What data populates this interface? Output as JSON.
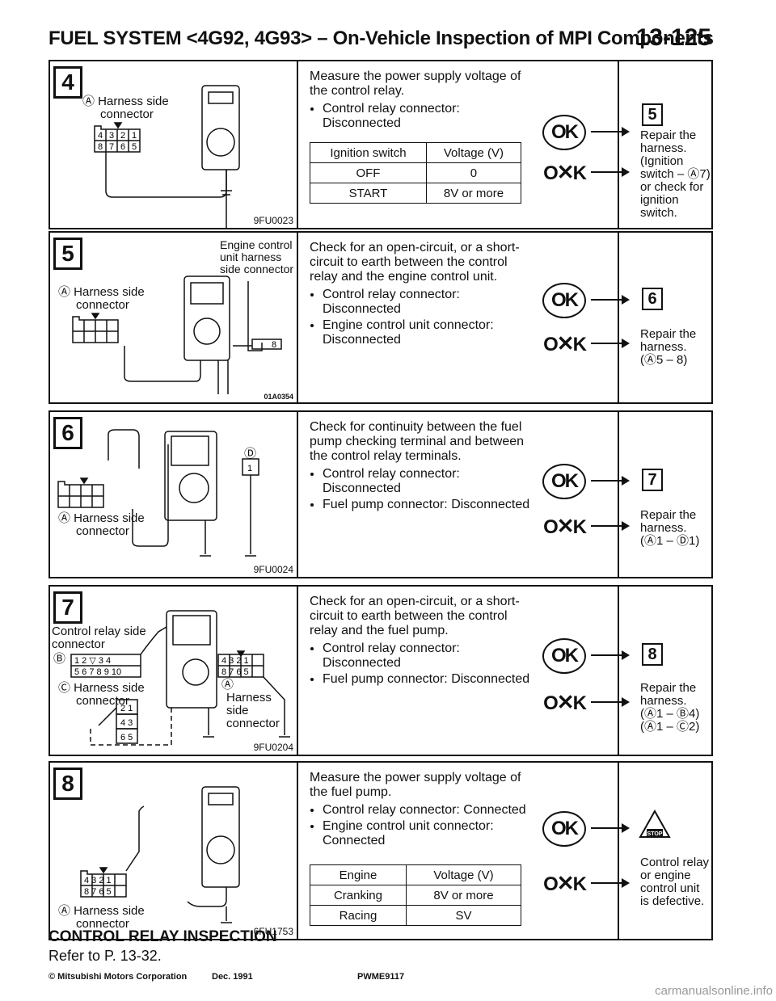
{
  "header": {
    "title": "FUEL SYSTEM <4G92, 4G93> – On-Vehicle Inspection of MPI Components",
    "page": "13-125"
  },
  "steps": [
    {
      "num": "4",
      "fig_labels": [
        "Ⓐ Harness side",
        "connector"
      ],
      "fig_code": "9FU0023",
      "text": "Measure the power supply voltage of the control relay.",
      "bullets": [
        "Control relay connector: Disconnected"
      ],
      "table": {
        "headers": [
          "Ignition switch",
          "Voltage (V)"
        ],
        "rows": [
          [
            "OFF",
            "0"
          ],
          [
            "START",
            "8V or more"
          ]
        ]
      },
      "ok_label": "OK",
      "ng_label": "O",
      "ng_label2": "K",
      "ok_next": "5",
      "ng_text": "Repair the harness. (Ignition switch – Ⓐ7) or check for ignition switch."
    },
    {
      "num": "5",
      "fig_labels": [
        "Engine control unit harness side connector",
        "Ⓐ Harness side",
        "connector",
        "8"
      ],
      "fig_code": "01A0354",
      "text": "Check for an open-circuit, or a short-circuit to earth between the control relay and the engine control unit.",
      "bullets": [
        "Control relay connector: Disconnected",
        "Engine control unit connector: Disconnected"
      ],
      "ok_label": "OK",
      "ng_label": "O",
      "ng_label2": "K",
      "ok_next": "6",
      "ng_text": "Repair the harness. (Ⓐ5 – 8)"
    },
    {
      "num": "6",
      "fig_labels": [
        "Ⓐ Harness side",
        "connector",
        "Ⓓ",
        "1"
      ],
      "fig_code": "9FU0024",
      "text": "Check for continuity between the fuel pump checking terminal and between the control relay terminals.",
      "bullets": [
        "Control relay connector: Disconnected",
        "Fuel pump connector: Disconnected"
      ],
      "ok_label": "OK",
      "ng_label": "O",
      "ng_label2": "K",
      "ok_next": "7",
      "ng_text": "Repair the harness. (Ⓐ1 – Ⓓ1)"
    },
    {
      "num": "7",
      "fig_labels": [
        "Control relay side",
        "connector",
        "Ⓑ",
        "Ⓒ Harness side",
        "connector",
        "Ⓐ",
        "Harness",
        "side",
        "connector"
      ],
      "fig_code": "9FU0204",
      "text": "Check for an open-circuit, or a short-circuit to earth between the control relay and the fuel pump.",
      "bullets": [
        "Control relay connector: Disconnected",
        "Fuel pump connector: Disconnected"
      ],
      "ok_label": "OK",
      "ng_label": "O",
      "ng_label2": "K",
      "ok_next": "8",
      "ng_text": "Repair the harness. (Ⓐ1 – Ⓑ4) (Ⓐ1 – Ⓒ2)"
    },
    {
      "num": "8",
      "fig_labels": [
        "Ⓐ Harness side",
        "connector"
      ],
      "fig_code": "6FU1753",
      "text": "Measure the power supply voltage of the fuel pump.",
      "bullets": [
        "Control relay connector: Connected",
        "Engine control unit connector: Connected"
      ],
      "table": {
        "headers": [
          "Engine",
          "Voltage (V)"
        ],
        "rows": [
          [
            "Cranking",
            "8V or more"
          ],
          [
            "Racing",
            "SV"
          ]
        ]
      },
      "ok_label": "OK",
      "ng_label": "O",
      "ng_label2": "K",
      "ok_stop": "STOP",
      "ng_text": "Control relay or engine control unit is defective."
    }
  ],
  "connector_pins": {
    "top": [
      "4",
      "3",
      "2",
      "1"
    ],
    "bottom": [
      "8",
      "7",
      "6",
      "5"
    ]
  },
  "connector_b": {
    "top": [
      "1",
      "2",
      "",
      "3",
      "4"
    ],
    "bottom": [
      "5",
      "6",
      "7",
      "8",
      "9",
      "10"
    ]
  },
  "connector_c": [
    "2",
    "1",
    "4",
    "3",
    "6",
    "5"
  ],
  "footer": {
    "heading": "CONTROL RELAY INSPECTION",
    "ref": "Refer to P. 13-32.",
    "copyright": "© Mitsubishi Motors Corporation",
    "date": "Dec. 1991",
    "code": "PWME9117",
    "watermark": "carmanualsonline.info"
  }
}
